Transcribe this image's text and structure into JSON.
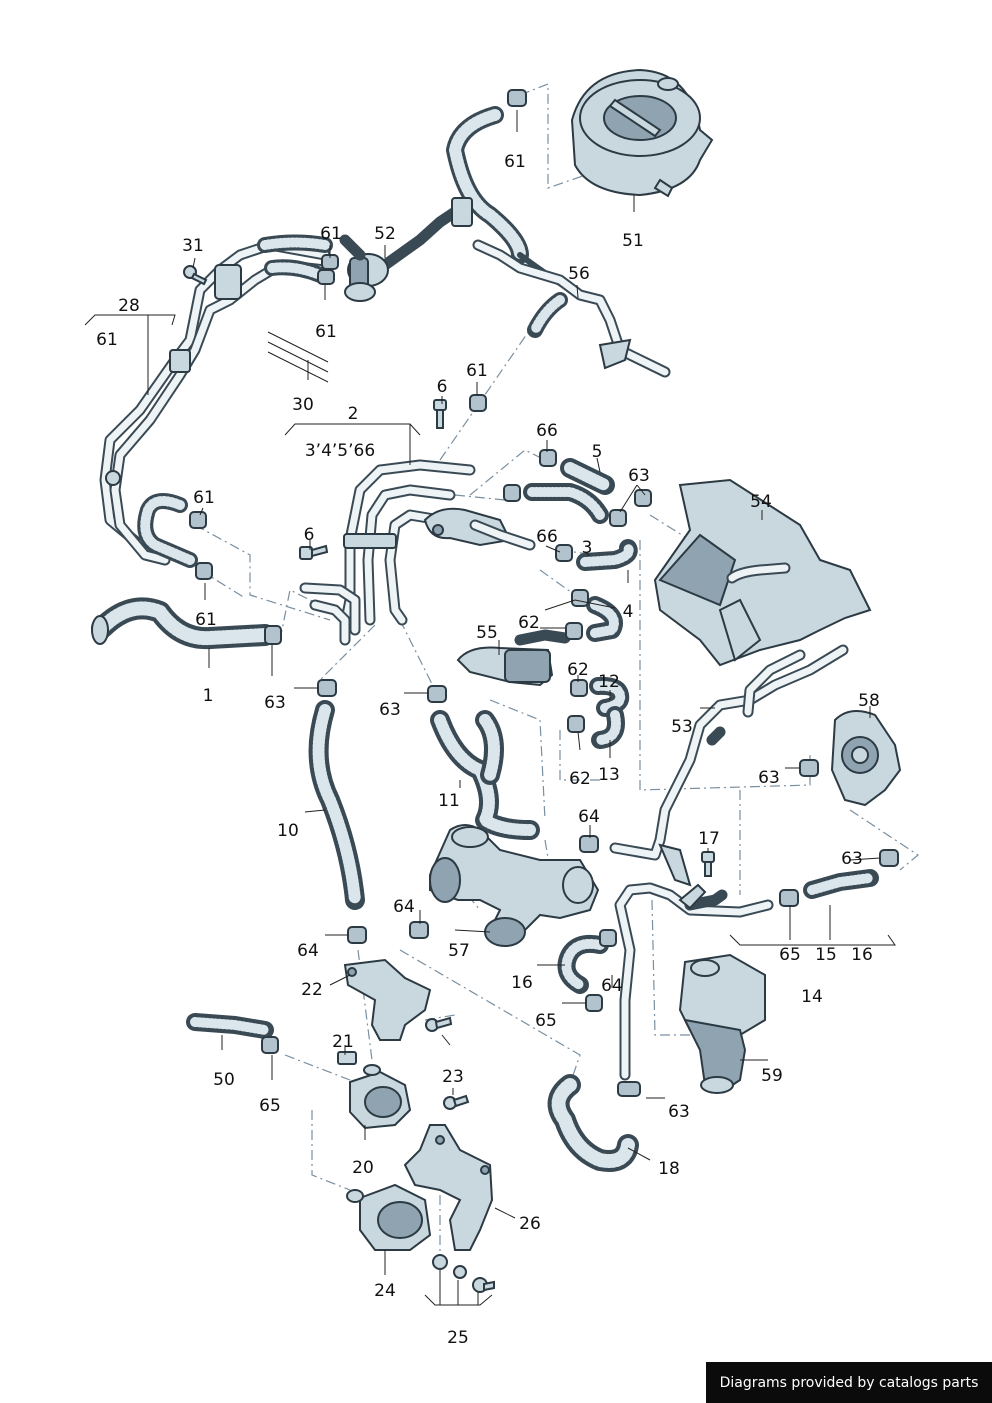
{
  "labels": {
    "l1": "1",
    "l2": "2",
    "l3_66": "3’4’5’66",
    "l3": "3",
    "l4": "4",
    "l5": "5",
    "l6a": "6",
    "l6b": "6",
    "l10": "10",
    "l11": "11",
    "l12": "12",
    "l13": "13",
    "l14": "14",
    "l15": "15",
    "l16a": "16",
    "l16b": "16",
    "l17": "17",
    "l18": "18",
    "l20": "20",
    "l21": "21",
    "l22": "22",
    "l23": "23",
    "l24": "24",
    "l25": "25",
    "l26": "26",
    "l28": "28",
    "l30": "30",
    "l31": "31",
    "l50": "50",
    "l51": "51",
    "l52": "52",
    "l53": "53",
    "l54": "54",
    "l55": "55",
    "l56": "56",
    "l57": "57",
    "l58": "58",
    "l59": "59",
    "l61a": "61",
    "l61b": "61",
    "l61c": "61",
    "l61d": "61",
    "l61e": "61",
    "l61f": "61",
    "l61g": "61",
    "l62a": "62",
    "l62b": "62",
    "l62c": "62",
    "l63a": "63",
    "l63b": "63",
    "l63c": "63",
    "l63d": "63",
    "l63e": "63",
    "l63f": "63",
    "l64a": "64",
    "l64b": "64",
    "l64c": "64",
    "l64d": "64",
    "l65a": "65",
    "l65b": "65",
    "l65c": "65",
    "l66a": "66",
    "l66b": "66"
  },
  "footer": {
    "text": "Diagrams provided by catalogs parts"
  },
  "colors": {
    "outline": "#2c3a44",
    "fill": "#c9d7df",
    "dash": "#7a8fa0",
    "footer_bg": "#0b0b0b"
  }
}
